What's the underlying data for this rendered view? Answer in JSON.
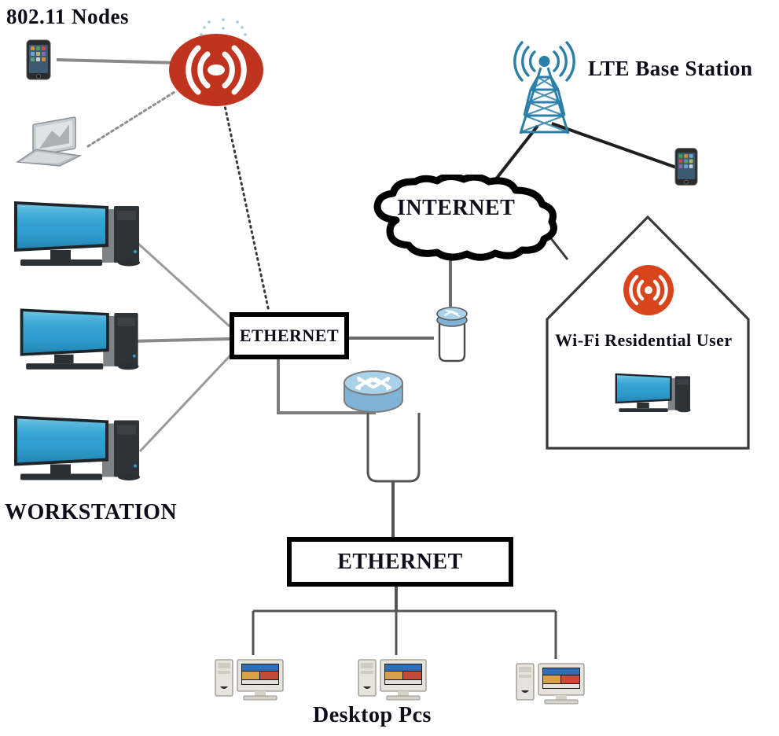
{
  "diagram": {
    "title": "Network Topology Diagram",
    "background_color": "#ffffff"
  },
  "labels": {
    "nodes_802_11": "802.11 Nodes",
    "lte_base_station": "LTE Base Station",
    "internet": "INTERNET",
    "ethernet_top": "ETHERNET",
    "ethernet_bottom": "ETHERNET",
    "workstation": "WORKSTATION",
    "desktop_pcs": "Desktop Pcs",
    "wifi_residential_user": "Wi-Fi Residential User"
  },
  "colors": {
    "wifi_access_point": "#c0341f",
    "wifi_house_icon": "#d8451c",
    "lte_tower": "#2b7fa8",
    "router_body": "#7fb2d4",
    "router_top": "#a9d2e8",
    "monitor_screen": "#2f9fd0",
    "tower_case": "#2e3338",
    "line_grey": "#6b6b6b",
    "line_dark": "#1a1a1a",
    "box_border": "#000000",
    "text": "#0d0d1a"
  },
  "icons": {
    "access_point": "wifi-access-point-icon",
    "smartphone": "smartphone-icon",
    "laptop": "laptop-icon",
    "workstation_pc": "workstation-computer-icon",
    "lte_tower": "lte-tower-icon",
    "cloud": "internet-cloud-icon",
    "router": "router-icon",
    "house": "house-icon",
    "wifi_badge": "wifi-signal-icon",
    "desktop_pc": "desktop-pc-icon"
  },
  "nodes": [
    {
      "id": "ap-802-11",
      "name": "802.11 Access Point",
      "type": "access-point"
    },
    {
      "id": "phone-top",
      "name": "Smartphone client",
      "type": "smartphone"
    },
    {
      "id": "laptop",
      "name": "Laptop client",
      "type": "laptop"
    },
    {
      "id": "workstation-1",
      "name": "Workstation 1",
      "type": "workstation"
    },
    {
      "id": "workstation-2",
      "name": "Workstation 2",
      "type": "workstation"
    },
    {
      "id": "workstation-3",
      "name": "Workstation 3",
      "type": "workstation"
    },
    {
      "id": "ethernet-top",
      "name": "Ethernet segment (top)",
      "type": "ethernet-bus"
    },
    {
      "id": "ethernet-bottom",
      "name": "Ethernet segment (bottom)",
      "type": "ethernet-bus"
    },
    {
      "id": "router-edge",
      "name": "Edge router to Internet",
      "type": "router"
    },
    {
      "id": "router-core",
      "name": "Core router",
      "type": "router"
    },
    {
      "id": "internet-cloud",
      "name": "Internet cloud",
      "type": "cloud"
    },
    {
      "id": "lte-tower",
      "name": "LTE base station",
      "type": "base-station"
    },
    {
      "id": "phone-lte",
      "name": "LTE smartphone",
      "type": "smartphone"
    },
    {
      "id": "house",
      "name": "Wi-Fi residential user house",
      "type": "house"
    },
    {
      "id": "house-pc",
      "name": "Residential computer",
      "type": "workstation"
    },
    {
      "id": "desktop-1",
      "name": "Desktop PC 1",
      "type": "desktop-pc"
    },
    {
      "id": "desktop-2",
      "name": "Desktop PC 2",
      "type": "desktop-pc"
    },
    {
      "id": "desktop-3",
      "name": "Desktop PC 3",
      "type": "desktop-pc"
    }
  ],
  "links": [
    {
      "from": "phone-top",
      "to": "ap-802-11",
      "style": "solid-grey"
    },
    {
      "from": "laptop",
      "to": "ap-802-11",
      "style": "dotted"
    },
    {
      "from": "ap-802-11",
      "to": "ethernet-top",
      "style": "dotted"
    },
    {
      "from": "workstation-1",
      "to": "ethernet-top",
      "style": "solid-grey"
    },
    {
      "from": "workstation-2",
      "to": "ethernet-top",
      "style": "solid-grey"
    },
    {
      "from": "workstation-3",
      "to": "ethernet-top",
      "style": "solid-grey"
    },
    {
      "from": "ethernet-top",
      "to": "router-edge",
      "style": "solid-grey"
    },
    {
      "from": "router-edge",
      "to": "internet-cloud",
      "style": "solid-grey"
    },
    {
      "from": "internet-cloud",
      "to": "lte-tower",
      "style": "solid-dark"
    },
    {
      "from": "lte-tower",
      "to": "phone-lte",
      "style": "solid-dark"
    },
    {
      "from": "internet-cloud",
      "to": "house",
      "style": "solid-dark"
    },
    {
      "from": "ethernet-top",
      "to": "router-core",
      "style": "solid-grey"
    },
    {
      "from": "router-core",
      "to": "ethernet-bottom",
      "style": "solid-grey"
    },
    {
      "from": "ethernet-bottom",
      "to": "desktop-1",
      "style": "solid-grey"
    },
    {
      "from": "ethernet-bottom",
      "to": "desktop-2",
      "style": "solid-grey"
    },
    {
      "from": "ethernet-bottom",
      "to": "desktop-3",
      "style": "solid-grey"
    }
  ]
}
